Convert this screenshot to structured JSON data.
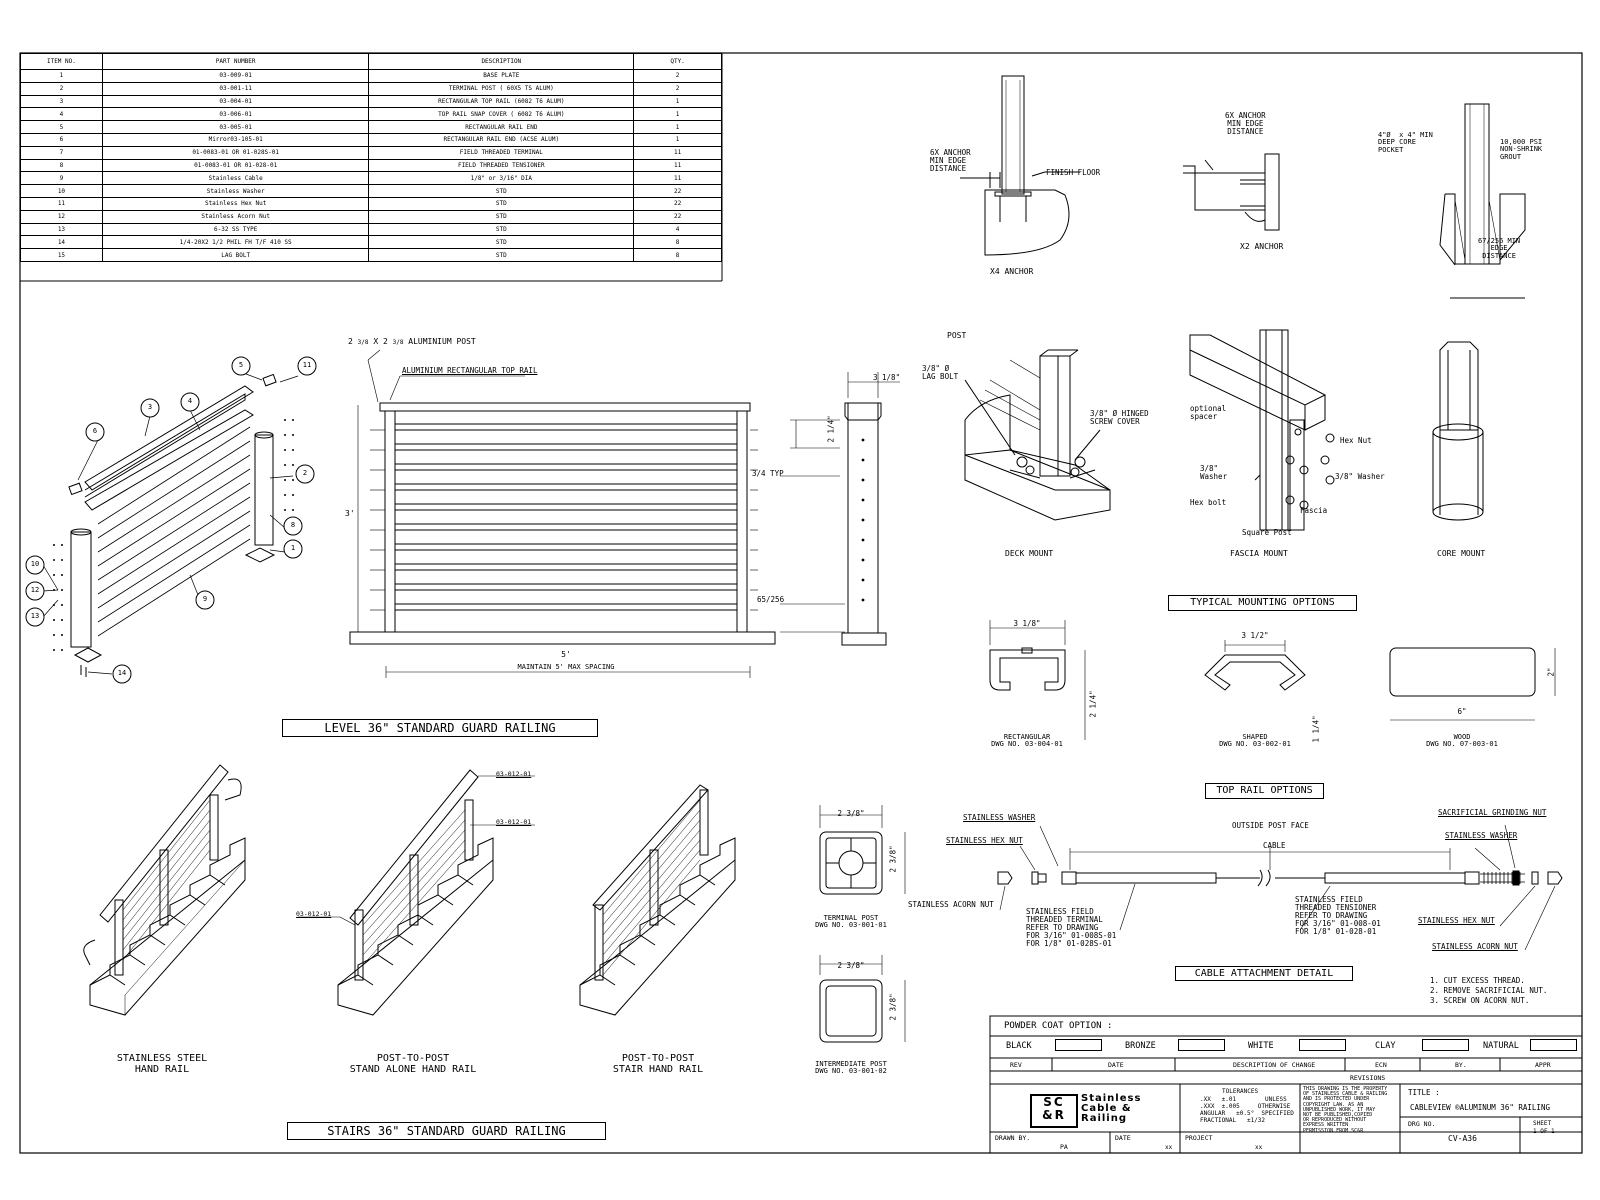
{
  "bom": {
    "headers": [
      "ITEM NO.",
      "PART NUMBER",
      "DESCRIPTION",
      "QTY."
    ],
    "rows": [
      [
        "1",
        "03-009-01",
        "BASE PLATE",
        "2"
      ],
      [
        "2",
        "03-001-11",
        "TERMINAL POST ( 60X5 TS ALUM)",
        "2"
      ],
      [
        "3",
        "03-004-01",
        "RECTANGULAR TOP RAIL (6082 T6 ALUM)",
        "1"
      ],
      [
        "4",
        "03-006-01",
        "TOP RAIL SNAP COVER ( 6082 T6 ALUM)",
        "1"
      ],
      [
        "5",
        "03-005-01",
        "RECTANGULAR RAIL END",
        "1"
      ],
      [
        "6",
        "Mirror03-105-01",
        "RECTANGULAR RAIL END (ACSE ALUM)",
        "1"
      ],
      [
        "7",
        "01-0083-01 OR 01-028S-01",
        "FIELD THREADED TERMINAL",
        "11"
      ],
      [
        "8",
        "01-0083-01 OR 01-028-01",
        "FIELD THREADED TENSIONER",
        "11"
      ],
      [
        "9",
        "Stainless Cable",
        "1/8\" or 3/16\" DIA",
        "11"
      ],
      [
        "10",
        "Stainless Washer",
        "STD",
        "22"
      ],
      [
        "11",
        "Stainless Hex Nut",
        "STD",
        "22"
      ],
      [
        "12",
        "Stainless Acorn Nut",
        "STD",
        "22"
      ],
      [
        "13",
        "6-32 SS TYPE",
        "STD",
        "4"
      ],
      [
        "14",
        "1/4-20X2 1/2 PHIL FH T/F 410 SS",
        "STD",
        "8"
      ],
      [
        "15",
        "LAG BOLT",
        "STD",
        "8"
      ]
    ]
  },
  "anchors": {
    "x4_min_edge": "6X ANCHOR\nMIN EDGE\nDISTANCE",
    "finish_floor": "FINISH FLOOR",
    "x4_caption": "X4 ANCHOR",
    "x2_min_edge": "6X ANCHOR\nMIN EDGE\nDISTANCE",
    "x2_caption": "X2 ANCHOR",
    "core_pocket": "4\"Ø  x 4\" MIN\nDEEP CORE\nPOCKET",
    "grout": "10,000 PSI\nNON-SHRINK\nGROUT",
    "core_edge": "67/256 MIN\nEDGE\nDISTANCE"
  },
  "mounting": {
    "post": "POST",
    "lag_bolt": "3/8\" Ø\nLAG BOLT",
    "hinged_cover": "3/8\" Ø HINGED\nSCREW COVER",
    "deck_caption": "DECK MOUNT",
    "optional_spacer": "optional\nspacer",
    "washer_left": "3/8\"\nWasher",
    "hex_bolt": "Hex bolt",
    "hex_nut": "Hex Nut",
    "washer_right": "3/8\" Washer",
    "fascia": "Fascia",
    "square_post": "Square Post",
    "fascia_caption": "FASCIA MOUNT",
    "core_caption": "CORE MOUNT",
    "title": "TYPICAL MOUNTING OPTIONS"
  },
  "elevation": {
    "post_label_prefix": "2",
    "post_label_frac": "3/8",
    "post_label_mid": "X 2",
    "post_label_frac2": "3/8",
    "post_label": "ALUMINIUM POST",
    "rail_label": "ALUMINIUM RECTANGULAR TOP RAIL",
    "height": "3'",
    "width": "5'",
    "spacing": "MAINTAIN 5' MAX SPACING",
    "side_width": "3 1/8\"",
    "side_top": "2 1/4\"",
    "side_typ": "3/4 TYP",
    "side_bottom": "65/256",
    "title": "LEVEL 36\" STANDARD GUARD RAILING"
  },
  "balloons": [
    "1",
    "2",
    "3",
    "4",
    "5",
    "6",
    "8",
    "9",
    "10",
    "11",
    "12",
    "13",
    "14"
  ],
  "top_rail": {
    "rect_width": "3 1/8\"",
    "rect_height": "2 1/4\"",
    "rect_caption": "RECTANGULAR\nDWG NO. 03-004-01",
    "shaped_width": "3 1/2\"",
    "shaped_height": "1 1/4\"",
    "shaped_caption": "SHAPED\nDWG NO. 03-002-01",
    "wood_width": "6\"",
    "wood_height": "2\"",
    "wood_caption": "WOOD\nDWG NO. 07-003-01",
    "title": "TOP RAIL OPTIONS"
  },
  "stairs": {
    "callout1": "03-012-01",
    "callout2": "03-012-01",
    "callout3": "03-012-01",
    "cap1": "STAINLESS STEEL\nHAND RAIL",
    "cap2": "POST-TO-POST\nSTAND ALONE HAND RAIL",
    "cap3": "POST-TO-POST\nSTAIR HAND RAIL",
    "title": "STAIRS 36\" STANDARD GUARD RAILING"
  },
  "posts": {
    "terminal_width": "2 3/8\"",
    "terminal_height": "2 3/8\"",
    "terminal_caption": "TERMINAL POST\nDWG NO. 03-001-01",
    "inter_width": "2 3/8\"",
    "inter_height": "2 3/8\"",
    "inter_caption": "INTERMEDIATE POST\nDWG NO. 03-001-02"
  },
  "cable": {
    "washer_l": "STAINLESS WASHER",
    "hexnut_l": "STAINLESS HEX NUT",
    "outside_face": "OUTSIDE POST FACE",
    "cable": "CABLE",
    "acorn_l": "STAINLESS ACORN NUT",
    "field_l": "STAINLESS FIELD\nTHREADED TERMINAL\nREFER TO DRAWING\nFOR 3/16\" 01-008S-01\nFOR 1/8\" 01-028S-01",
    "field_r": "STAINLESS FIELD\nTHREADED TENSIONER\nREFER TO DRAWING\nFOR 3/16\" 01-008-01\nFOR 1/8\" 01-028-01",
    "grinding": "SACRIFICIAL GRINDING NUT",
    "washer_r": "STAINLESS WASHER",
    "hexnut_r": "STAINLESS HEX NUT",
    "acorn_r": "STAINLESS ACORN NUT",
    "title": "CABLE ATTACHMENT DETAIL",
    "notes": [
      "1.    CUT EXCESS THREAD.",
      "2.    REMOVE SACRIFICIAL NUT.",
      "3.    SCREW ON ACORN NUT."
    ]
  },
  "title_block": {
    "powder": "POWDER COAT OPTION :",
    "colors": [
      "BLACK",
      "BRONZE",
      "WHITE",
      "CLAY",
      "NATURAL"
    ],
    "rev_headers": [
      "REV",
      "DATE",
      "DESCRIPTION OF CHANGE",
      "ECN",
      "BY.",
      "APPR"
    ],
    "revisions": "REVISIONS",
    "logo_mark": "SC\n&R",
    "logo_text": "Stainless\nCable &\nRailing",
    "tolerances": "TOLERANCES",
    "tol_lines": ".XX   ±.01        UNLESS\n.XXX  ±.005     OTHERWISE\nANGULAR   ±0.5°  SPECIFIED\nFRACTIONAL   ±1/32",
    "property": "THIS DRAWING IS THE PROPERTY\nOF STAINLESS CABLE & RAILING\nAND IS PROTECTED UNDER\nCOPYRIGHT LAW. AS AN\nUNPUBLISHED WORK, IT MAY\nNOT BE PUBLISHED,COPIED\nOR REPRODUCED WITHOUT\nEXPRESS WRITTEN\nPERMISSION FROM SC&R",
    "title_label": "TITLE :",
    "title_value": "CABLEVIEW  ®ALUMINUM 36\" RAILING",
    "dwg_label": "DRG NO.",
    "dwg_value": "CV-A36",
    "sheet_label": "SHEET",
    "sheet_value": "1 OF 1",
    "drawn_label": "DRAWN BY.",
    "drawn_value": "PA",
    "date_label": "DATE",
    "date_value": "xx",
    "project_label": "PROJECT",
    "project_value": "xx"
  }
}
